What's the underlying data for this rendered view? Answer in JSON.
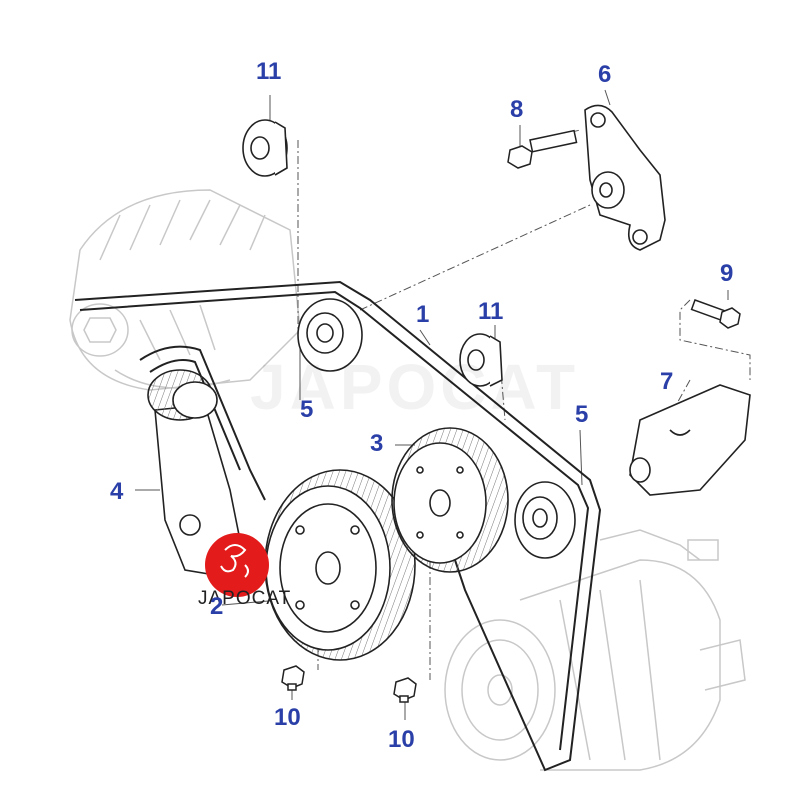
{
  "diagram": {
    "title": "Accessory drive belt assembly",
    "watermark": "JAPOCAT",
    "brand_logo_text": "JAPOCAT",
    "callout_color": "#2b3fa8",
    "logo_color": "#e31b1b",
    "callouts": {
      "c11a": "11",
      "c6": "6",
      "c8": "8",
      "c9": "9",
      "c1": "1",
      "c11b": "11",
      "c7": "7",
      "c5a": "5",
      "c3": "3",
      "c5b": "5",
      "c4": "4",
      "c2": "2",
      "c10a": "10",
      "c10b": "10"
    }
  }
}
